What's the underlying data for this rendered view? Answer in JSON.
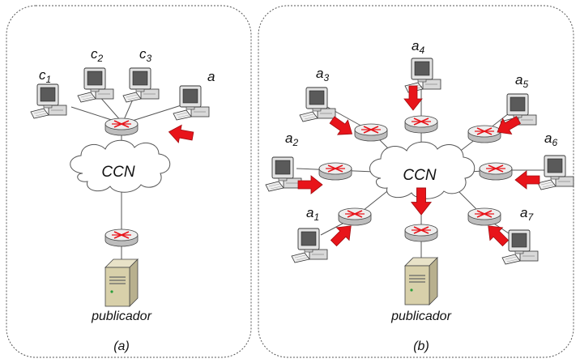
{
  "colors": {
    "arrow": "#e8141a",
    "router_mark": "#e8141a",
    "frame": "#555555",
    "link": "#555555"
  },
  "panel_a": {
    "caption": "(a)",
    "cloud": "CCN",
    "publisher": "publicador",
    "clients": [
      {
        "base": "c",
        "sub": "1"
      },
      {
        "base": "c",
        "sub": "2"
      },
      {
        "base": "c",
        "sub": "3"
      },
      {
        "base": "a",
        "sub": ""
      }
    ]
  },
  "panel_b": {
    "caption": "(b)",
    "cloud": "CCN",
    "publisher": "publicador",
    "attackers": [
      {
        "base": "a",
        "sub": "1"
      },
      {
        "base": "a",
        "sub": "2"
      },
      {
        "base": "a",
        "sub": "3"
      },
      {
        "base": "a",
        "sub": "4"
      },
      {
        "base": "a",
        "sub": "5"
      },
      {
        "base": "a",
        "sub": "6"
      },
      {
        "base": "a",
        "sub": "7"
      }
    ]
  },
  "icons": [
    "computer-icon",
    "router-icon",
    "server-icon",
    "cloud-icon",
    "arrow-icon"
  ]
}
